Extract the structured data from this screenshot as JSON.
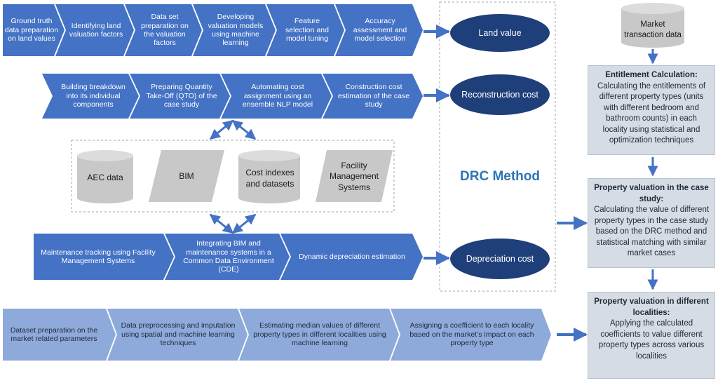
{
  "colors": {
    "chevron_blue": "#4472c4",
    "ellipse_navy": "#1f3f7a",
    "arrow_blue": "#4472c4",
    "drc_text": "#2e75b6",
    "gray_shape": "#c8c8c8",
    "right_box": "#d6dce4"
  },
  "land_row": {
    "steps": [
      "Ground truth data preparation on land values",
      "Identifying land valuation factors",
      "Data set preparation on the valuation factors",
      "Developing valuation models using machine learning",
      "Feature selection and model tuning",
      "Accuracy assessment and model selection"
    ],
    "output": "Land value"
  },
  "reconstruction_row": {
    "steps": [
      "Building breakdown into its individual components",
      "Preparing Quantity Take-Off (QTO) of the case study",
      "Automating cost assignment using an ensemble NLP model",
      "Construction cost estimation of the case study"
    ],
    "output": "Reconstruction cost"
  },
  "data_sources": {
    "aec": "AEC data",
    "bim": "BIM",
    "cost_indexes": "Cost indexes and datasets",
    "facility": "Facility Management Systems"
  },
  "depreciation_row": {
    "steps": [
      "Maintenance tracking using Facility Management Systems",
      "Integrating BIM and maintenance systems in a Common Data Environment (CDE)",
      "Dynamic depreciation estimation"
    ],
    "output": "Depreciation cost"
  },
  "drc_method_label": "DRC Method",
  "market_row": {
    "steps": [
      "Dataset preparation on the market related parameters",
      "Data preprocessing and imputation using spatial and machine learning techniques",
      "Estimating median values of different property types in different localities using machine learning",
      "Assigning a coefficient to each locality based on the market’s impact on each property type"
    ]
  },
  "market_data": "Market transaction data",
  "right_boxes": [
    {
      "title": "Entitlement Calculation:",
      "body": "Calculating the entitlements of different property types (units with different bedroom and bathroom counts) in each locality using statistical and optimization techniques"
    },
    {
      "title": "Property valuation in the case study:",
      "body": "Calculating the value of different property types in the case study based on the DRC method and statistical matching with similar market cases"
    },
    {
      "title": "Property valuation in different localities:",
      "body": "Applying the calculated coefficients to value different property types across various localities"
    }
  ]
}
